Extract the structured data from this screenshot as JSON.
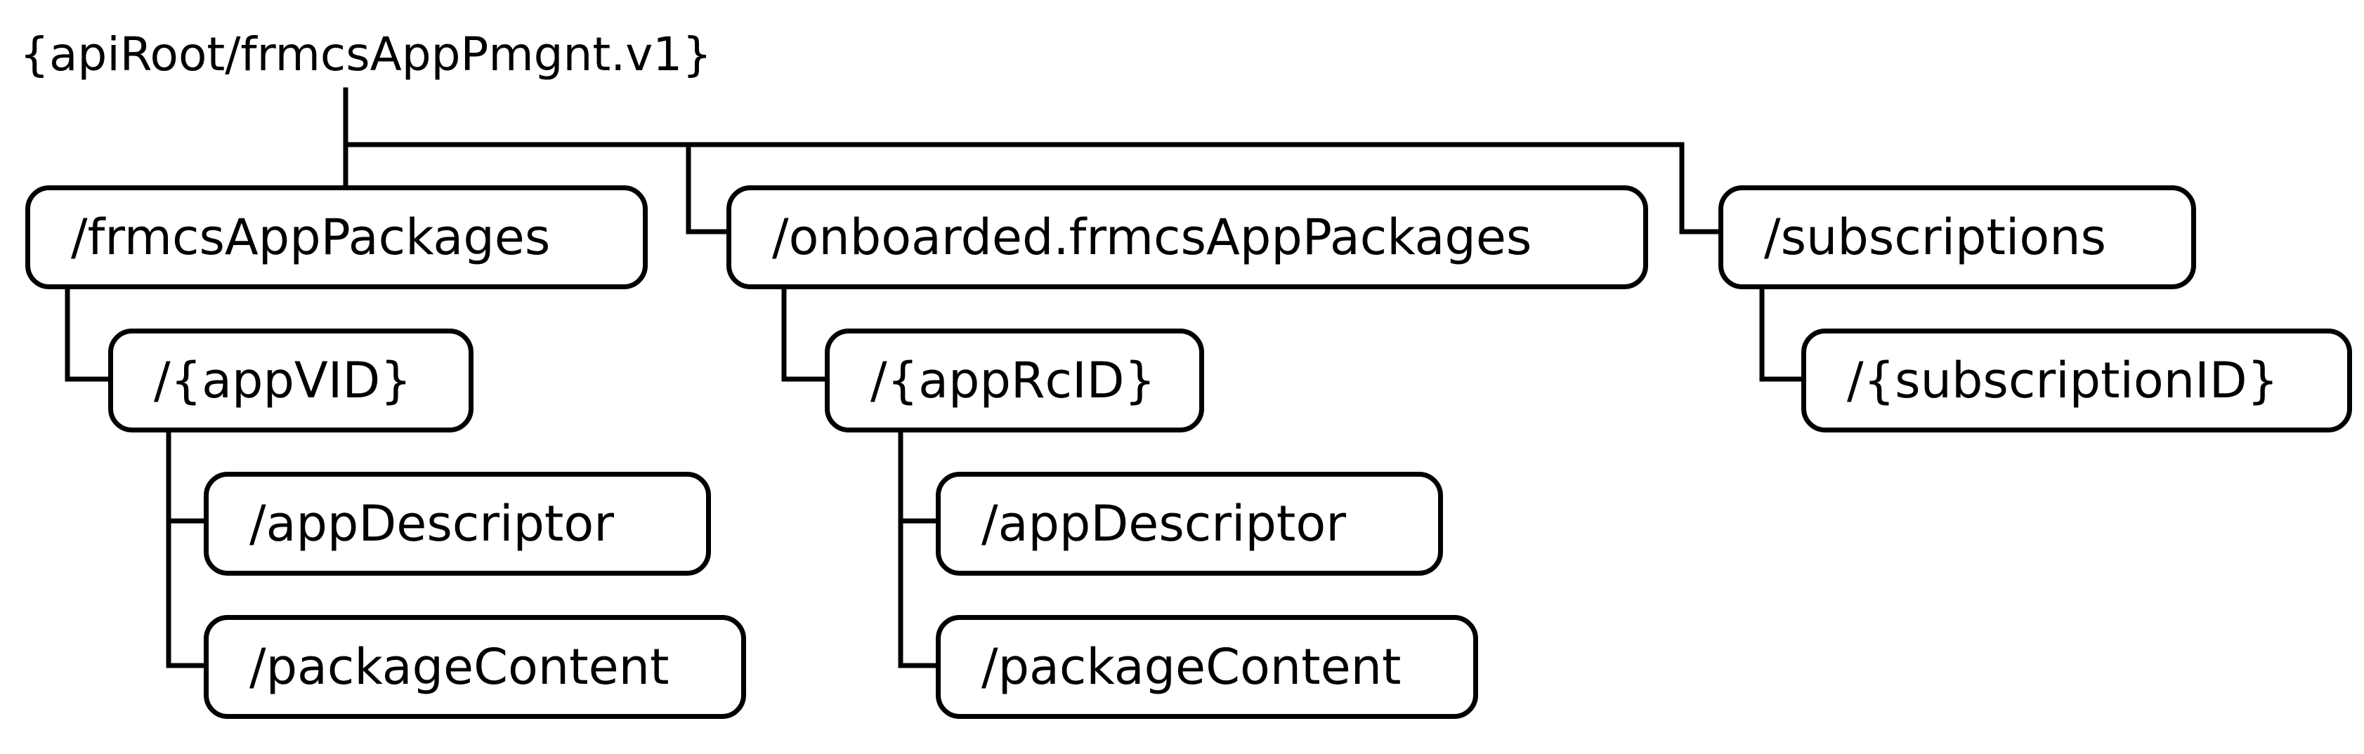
{
  "diagram": {
    "root": "{apiRoot/frmcsAppPmgnt.v1}",
    "nodes": {
      "frmcs_app_packages": "/frmcsAppPackages",
      "app_vid": "/{appVID}",
      "app_descriptor_1": "/appDescriptor",
      "package_content_1": "/packageContent",
      "onboarded_frmcs_app_packages": "/onboarded.frmcsAppPackages",
      "app_rc_id": "/{appRcID}",
      "app_descriptor_2": "/appDescriptor",
      "package_content_2": "/packageContent",
      "subscriptions": "/subscriptions",
      "subscription_id": "/{subscriptionID}"
    }
  }
}
